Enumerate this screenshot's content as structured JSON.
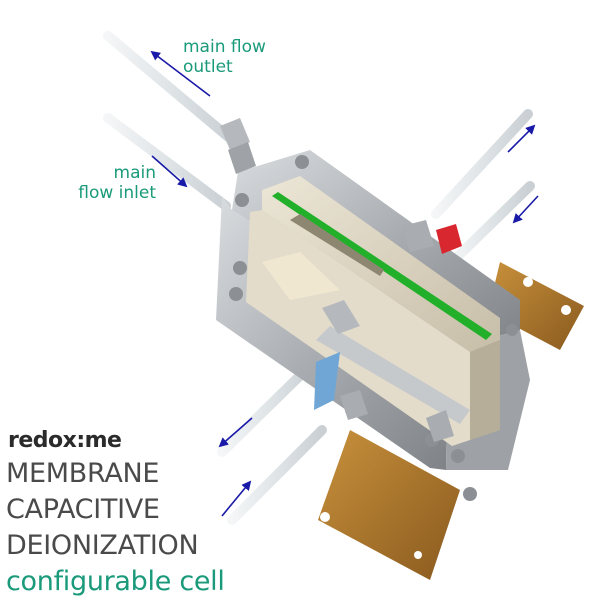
{
  "labels": {
    "outlet": [
      "main flow",
      "outlet"
    ],
    "inlet": [
      "main",
      "flow inlet"
    ]
  },
  "brand": "redox:me",
  "title_lines": [
    "MEMBRANE",
    "CAPACITIVE",
    "DEIONIZATION"
  ],
  "subtitle": "configurable cell",
  "colors": {
    "accent": "#1a9a7a",
    "arrow": "#1a1aa8",
    "membrane": "#22b02a",
    "bracket": "#b07a2e",
    "steel": "#b8bcc0",
    "plate": "#d8d0bc"
  },
  "icons": [
    "flow-arrow-icon",
    "tube-fitting-icon",
    "red-valve-cap-icon",
    "blue-port-icon"
  ]
}
